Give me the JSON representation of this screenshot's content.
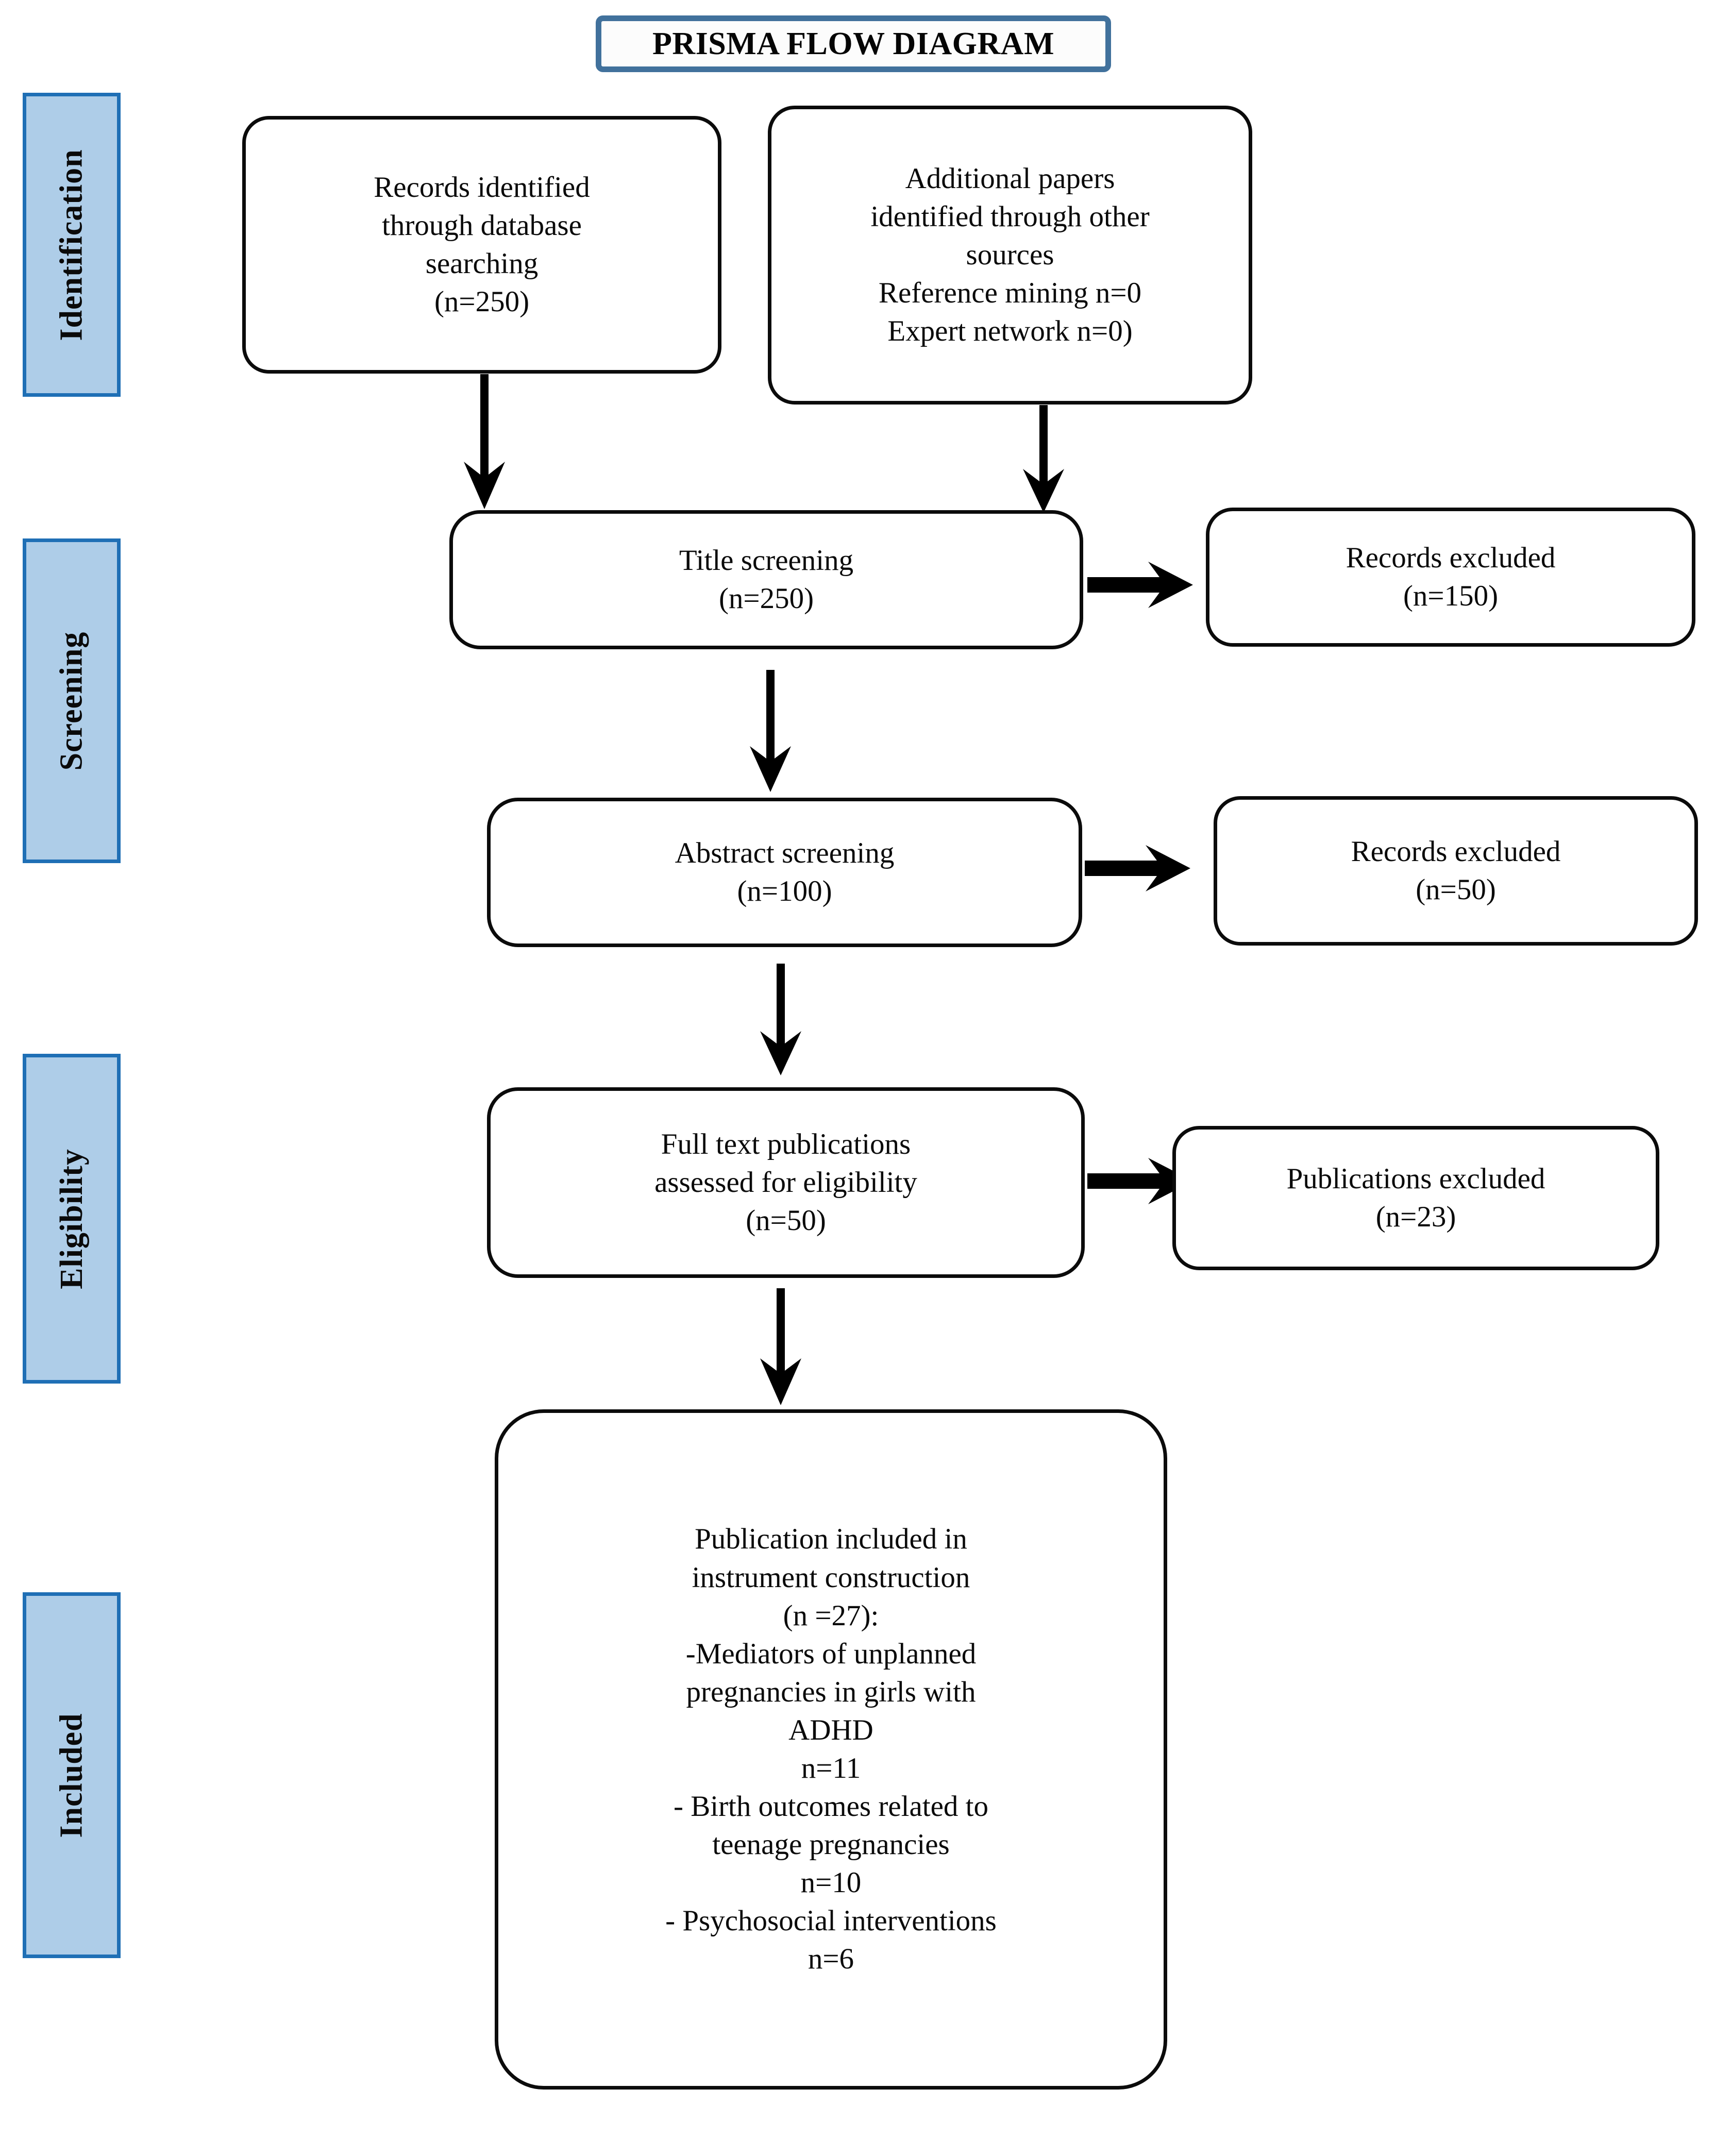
{
  "title": {
    "text": "PRISMA FLOW DIAGRAM",
    "border_color": "#41719C"
  },
  "colors": {
    "stage_fill": "#AECDE8",
    "stage_border": "#1F6FB5",
    "node_border": "#0B0B0B",
    "node_fill": "#FFFFFF",
    "arrow": "#000000"
  },
  "stages": [
    {
      "label": "Identification"
    },
    {
      "label": "Screening"
    },
    {
      "label": "Eligibility"
    },
    {
      "label": "Included"
    }
  ],
  "nodes": {
    "records_identified": {
      "text": "Records identified\nthrough database\nsearching\n(n=250)"
    },
    "additional_papers": {
      "text": "Additional papers\nidentified through other\nsources\nReference mining n=0\nExpert network n=0)"
    },
    "title_screening": {
      "text": "Title screening\n(n=250)"
    },
    "records_excluded_1": {
      "text": "Records excluded\n(n=150)"
    },
    "abstract_screening": {
      "text": "Abstract screening\n(n=100)"
    },
    "records_excluded_2": {
      "text": "Records excluded\n(n=50)"
    },
    "full_text_assessed": {
      "text": "Full text publications\nassessed for eligibility\n(n=50)"
    },
    "publications_excluded": {
      "text": "Publications excluded\n(n=23)"
    },
    "included_final": {
      "text": "Publication included in\ninstrument construction\n(n =27):\n-Mediators of unplanned\npregnancies in girls with\nADHD\nn=11\n- Birth outcomes related to\nteenage pregnancies\nn=10\n- Psychosocial interventions\nn=6"
    }
  },
  "chart_data": {
    "type": "diagram",
    "title": "PRISMA FLOW DIAGRAM",
    "stages": [
      "Identification",
      "Screening",
      "Eligibility",
      "Included"
    ],
    "counts": {
      "records_identified_database": 250,
      "additional_reference_mining": 0,
      "additional_expert_network": 0,
      "title_screening": 250,
      "title_screening_excluded": 150,
      "abstract_screening": 100,
      "abstract_screening_excluded": 50,
      "full_text_assessed": 50,
      "full_text_excluded": 23,
      "included_total": 27,
      "included_mediators_unplanned_pregnancies_adhd": 11,
      "included_birth_outcomes_teenage_pregnancies": 10,
      "included_psychosocial_interventions": 6
    }
  }
}
